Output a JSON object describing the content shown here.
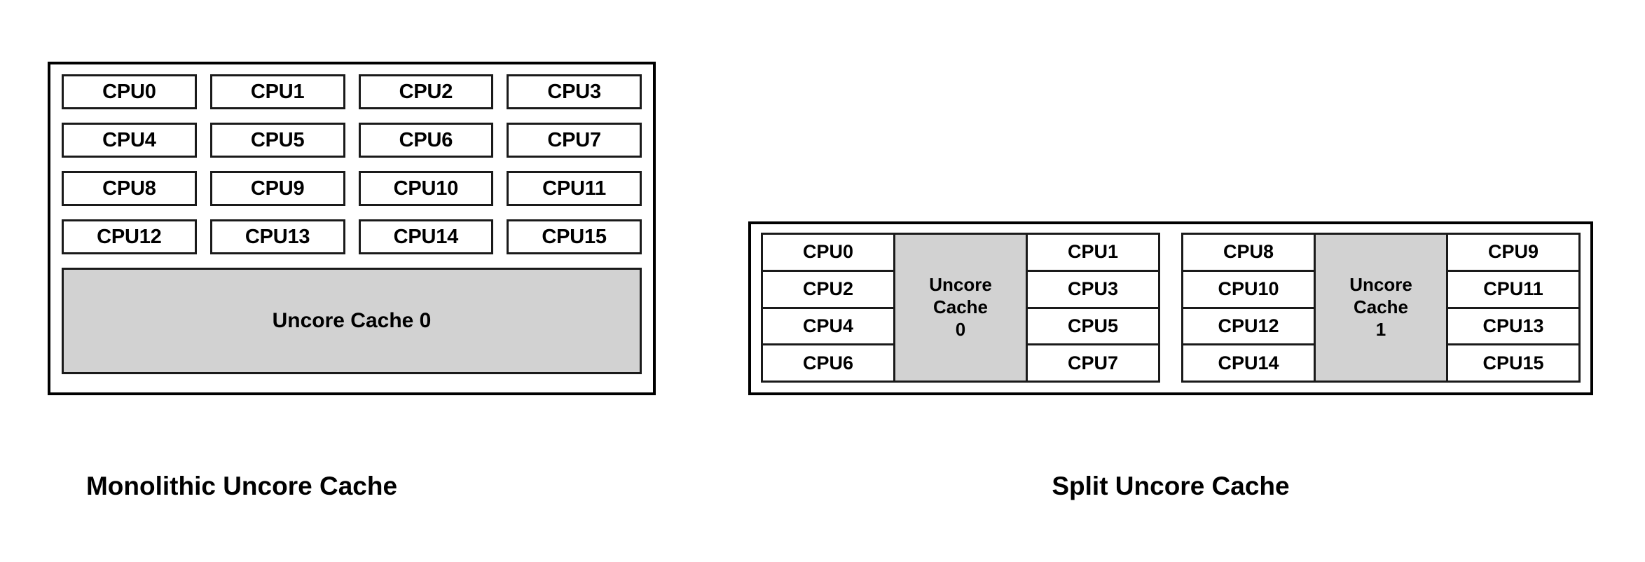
{
  "diagram": {
    "title_implicit": "Uncore Cache Topologies",
    "colors": {
      "cache_fill": "#d2d2d2",
      "cell_fill": "#ffffff",
      "stroke": "#1a1a1a",
      "panel_stroke": "#000000",
      "text": "#000000",
      "background": "#ffffff"
    }
  },
  "monolithic": {
    "caption": "Monolithic Uncore Cache",
    "cpus": [
      "CPU0",
      "CPU1",
      "CPU2",
      "CPU3",
      "CPU4",
      "CPU5",
      "CPU6",
      "CPU7",
      "CPU8",
      "CPU9",
      "CPU10",
      "CPU11",
      "CPU12",
      "CPU13",
      "CPU14",
      "CPU15"
    ],
    "cache_label": "Uncore Cache 0",
    "grid_columns": 4,
    "grid_rows": 4
  },
  "split": {
    "caption": "Split Uncore Cache",
    "clusters": [
      {
        "left_column": [
          "CPU0",
          "CPU2",
          "CPU4",
          "CPU6"
        ],
        "cache_line1": "Uncore",
        "cache_line2": "Cache",
        "cache_line3": "0",
        "right_column": [
          "CPU1",
          "CPU3",
          "CPU5",
          "CPU7"
        ]
      },
      {
        "left_column": [
          "CPU8",
          "CPU10",
          "CPU12",
          "CPU14"
        ],
        "cache_line1": "Uncore",
        "cache_line2": "Cache",
        "cache_line3": "1",
        "right_column": [
          "CPU9",
          "CPU11",
          "CPU13",
          "CPU15"
        ]
      }
    ]
  }
}
